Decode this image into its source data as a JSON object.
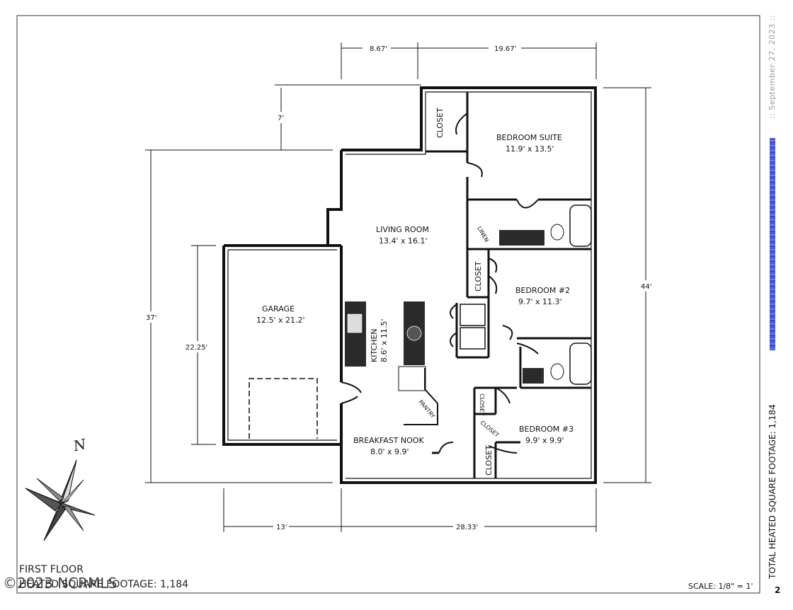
{
  "plan": {
    "dimensions": {
      "top_left": "8.67'",
      "top_right": "19.67'",
      "notch": "7'",
      "left_total": "37'",
      "garage_depth": "22.25'",
      "right_total": "44'",
      "bottom_garage": "13'",
      "bottom_main": "28.33'"
    },
    "rooms": {
      "bedroom_suite": {
        "name": "BEDROOM SUITE",
        "size": "11.9' x 13.5'"
      },
      "closet_suite": "CLOSET",
      "linen": "LINEN",
      "living_room": {
        "name": "LIVING ROOM",
        "size": "13.4' x 16.1'"
      },
      "closet_bed2": "CLOSET",
      "bedroom_2": {
        "name": "BEDROOM #2",
        "size": "9.7' x 11.3'"
      },
      "garage": {
        "name": "GARAGE",
        "size": "12.5' x 21.2'"
      },
      "kitchen": {
        "name": "KITCHEN",
        "size": "8.6' x 11.5'"
      },
      "pantry": "PANTRY",
      "closet_small_1": "CLOSET",
      "closet_small_2": "CLOSET",
      "closet_small_3": "CLOSET",
      "bedroom_3": {
        "name": "BEDROOM #3",
        "size": "9.9' x 9.9'"
      },
      "breakfast_nook": {
        "name": "BREAKFAST NOOK",
        "size": "8.0' x 9.9'"
      }
    },
    "compass_label": "N"
  },
  "footer": {
    "floor_title": "FIRST FLOOR",
    "heated_sf": "HEATED SQUARE FOOTAGE: 1,184",
    "scale": "SCALE:  1/8\" = 1'",
    "watermark": "©2023 NCRMLS"
  },
  "sidebar": {
    "total_footage": "TOTAL HEATED SQUARE FOOTAGE: 1,184",
    "date": ":: September 27, 2023 ::",
    "page_number": "2"
  }
}
